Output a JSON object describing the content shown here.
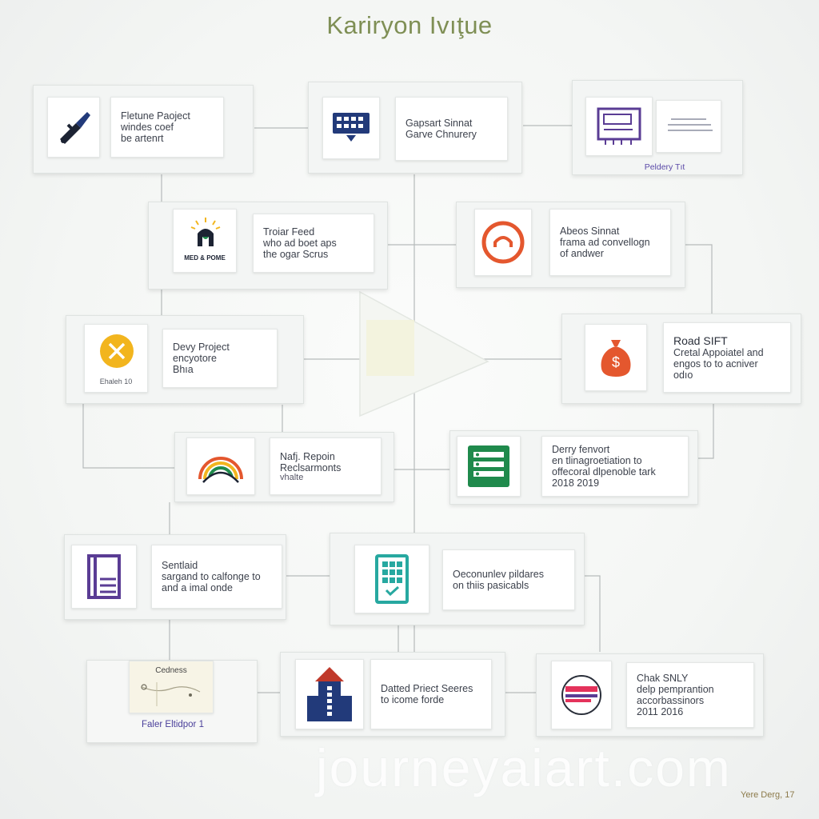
{
  "title": "Kariryon Ivıţue",
  "watermark": "journeyaiart.com",
  "signature": "Yere Derg, 17",
  "colors": {
    "title": "#7f8f55",
    "connector": "#b6bbbb",
    "caption": "#5b4aa8",
    "icon_navy": "#223a7a",
    "icon_orange": "#e4572e",
    "icon_yellow": "#f2b51e",
    "icon_green": "#1f8a4c",
    "icon_purple": "#5a3c94",
    "icon_teal": "#27a8a0"
  },
  "nodes": [
    {
      "id": "n1",
      "icon": "pen-tool-icon",
      "lines": [
        "Fletune Paoject",
        "windes coef",
        "be artenrt"
      ]
    },
    {
      "id": "n2",
      "icon": "keyboard-icon",
      "lines": [
        "Gapsart Sinnat",
        "Garve Chnurery"
      ]
    },
    {
      "id": "n3",
      "icon": "monitor-icon",
      "caption": "Peldery Tıt"
    },
    {
      "id": "n4",
      "icon": "hand-logo-icon",
      "icon_label": "MED & POME",
      "lines": [
        "Troiar Feed",
        "who ad boet aps",
        "the ogar Scrus"
      ]
    },
    {
      "id": "n5",
      "icon": "power-ring-icon",
      "lines": [
        "Abeos Sinnat",
        "frama ad convellogn",
        "of andwer"
      ]
    },
    {
      "id": "n6",
      "icon": "coin-x-icon",
      "icon_label": "Ehaleh 10",
      "lines": [
        "Devy Project",
        "encyotore",
        "Bhıa"
      ]
    },
    {
      "id": "n7",
      "icon": "money-bag-icon",
      "lines": [
        "Road SIFT",
        "Cretal Appoiatel and",
        "engos to to acniver",
        "odıo"
      ]
    },
    {
      "id": "n8",
      "icon": "rainbow-gauge-icon",
      "lines": [
        "Nafj. Repoin",
        "Reclsarmonts",
        "vhalte"
      ]
    },
    {
      "id": "n9",
      "icon": "spreadsheet-icon",
      "lines": [
        "Derry fenvort",
        "en tlinagroetiation to",
        "offecoral dlpenoble tark",
        "2018  2019"
      ]
    },
    {
      "id": "n10",
      "icon": "book-icon",
      "lines": [
        "Sentlaid",
        "sargand to calfonge to",
        "and a imal onde"
      ]
    },
    {
      "id": "n11",
      "icon": "calculator-icon",
      "lines": [
        "Oeconunlev pildares",
        "on thiis pasicabls"
      ]
    },
    {
      "id": "n12",
      "icon": "map-icon",
      "icon_label": "Cedness",
      "caption": "Faler Eltidpor 1"
    },
    {
      "id": "n13",
      "icon": "building-icon",
      "lines": [
        "Datted Priect Seeres",
        "to icome forde"
      ]
    },
    {
      "id": "n14",
      "icon": "id-card-icon",
      "lines": [
        "Chak SNLY",
        "delp pemprantion",
        "accorbassinors",
        "2011  2016"
      ]
    }
  ]
}
